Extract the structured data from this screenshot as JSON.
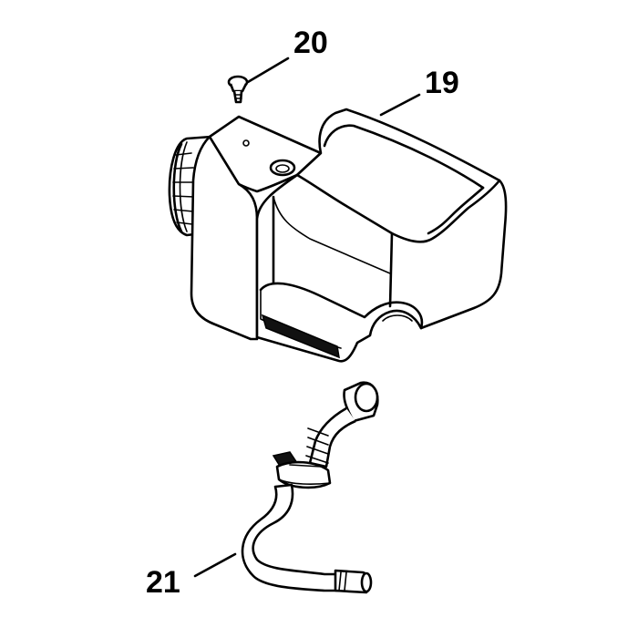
{
  "callouts": {
    "screw": "20",
    "tank": "19",
    "hose": "21"
  },
  "colors": {
    "line": "#000000",
    "background": "#ffffff"
  }
}
